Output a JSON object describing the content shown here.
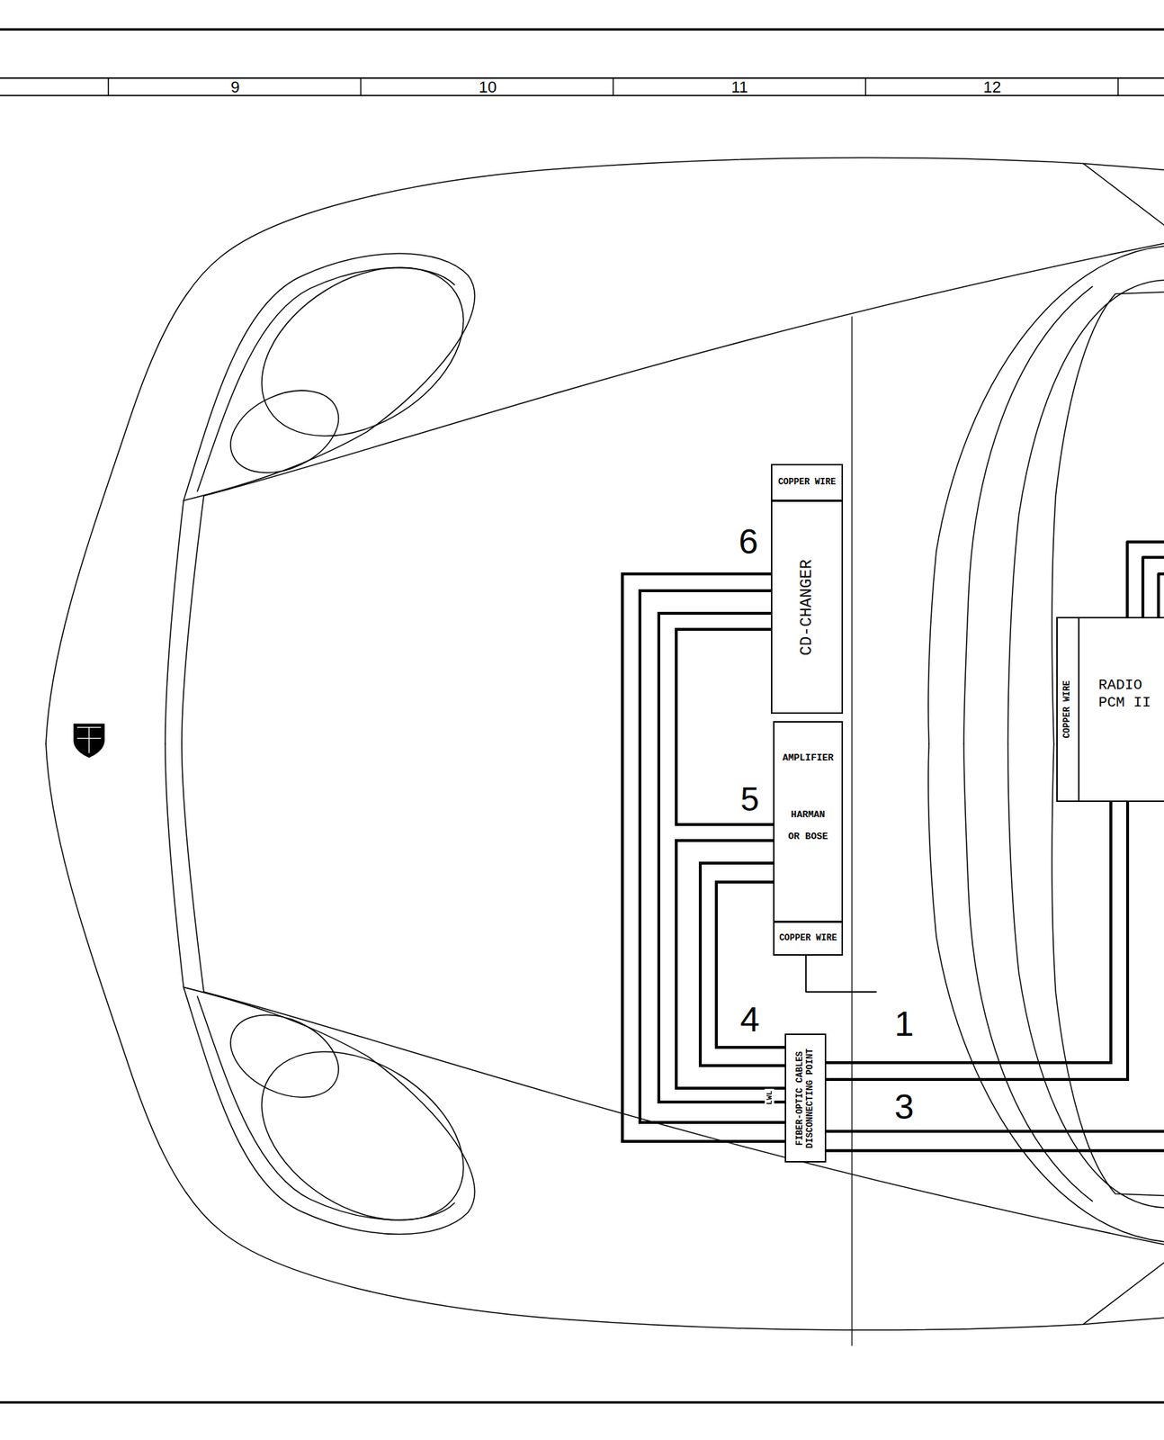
{
  "diagram": {
    "nodes": [
      {
        "text": [
          "COPPER WIRE"
        ]
      },
      {
        "text": [
          "CD-CHANGER"
        ]
      },
      {
        "text": [
          "AMPLIFIER",
          "HARMAN OR BOSE"
        ]
      },
      {
        "text": [
          "COPPER WIRE"
        ]
      },
      {
        "text": [
          "FIBER-OPTIC CABLES DISCONNECTING POINT"
        ]
      },
      {
        "text": [
          "COPPER WIRE"
        ]
      },
      {
        "text": [
          "RADIO PCM II"
        ]
      }
    ],
    "edges": [
      {
        "from": 1,
        "to": 4,
        "arrow": "none"
      },
      {
        "from": 1,
        "to": 4,
        "arrow": "none"
      },
      {
        "from": 1,
        "to": 4,
        "arrow": "none"
      },
      {
        "from": 1,
        "to": 2,
        "arrow": "none"
      },
      {
        "from": 2,
        "to": 4,
        "arrow": "none"
      },
      {
        "from": 2,
        "to": 4,
        "arrow": "none"
      },
      {
        "from": 2,
        "to": 4,
        "arrow": "none"
      },
      {
        "from": 4,
        "to": 6,
        "arrow": "none"
      },
      {
        "from": 4,
        "to": 6,
        "arrow": "none"
      }
    ],
    "labels": [
      "9",
      "10",
      "11",
      "12",
      "6",
      "5",
      "4",
      "1",
      "3",
      "LWL"
    ]
  }
}
